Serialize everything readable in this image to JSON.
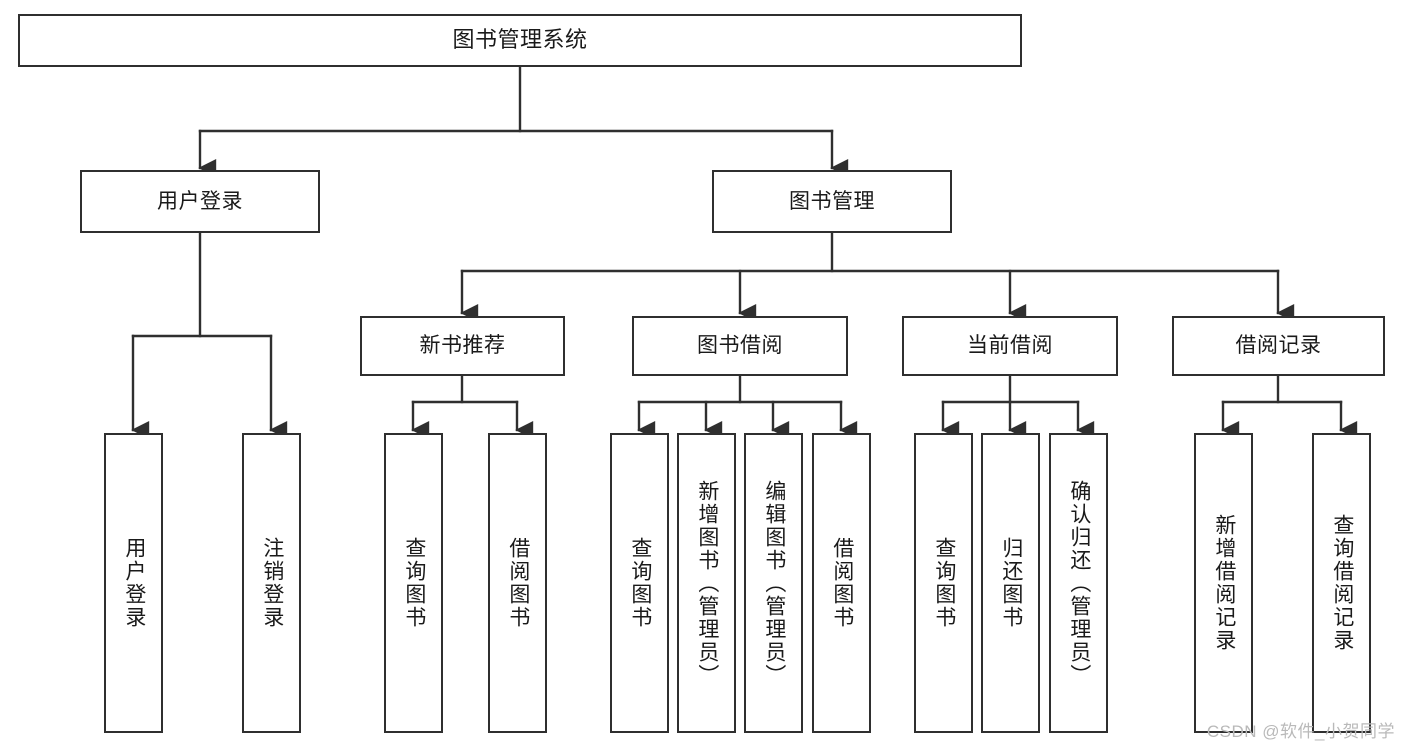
{
  "diagram": {
    "type": "tree",
    "title": "图书管理系统",
    "root": {
      "id": "root",
      "label": "图书管理系统"
    },
    "level2": [
      {
        "id": "user-login",
        "label": "用户登录"
      },
      {
        "id": "book-manage",
        "label": "图书管理"
      }
    ],
    "level3": [
      {
        "id": "new-book-rec",
        "label": "新书推荐"
      },
      {
        "id": "book-borrow",
        "label": "图书借阅"
      },
      {
        "id": "current-borrow",
        "label": "当前借阅"
      },
      {
        "id": "borrow-record",
        "label": "借阅记录"
      }
    ],
    "leaves": {
      "user_login": [
        {
          "id": "leaf-user-login",
          "label": "用户登录"
        },
        {
          "id": "leaf-user-logout",
          "label": "注销登录"
        }
      ],
      "new_book_rec": [
        {
          "id": "leaf-query-book-1",
          "label": "查询图书"
        },
        {
          "id": "leaf-borrow-book-1",
          "label": "借阅图书"
        }
      ],
      "book_borrow": [
        {
          "id": "leaf-query-book-2",
          "label": "查询图书"
        },
        {
          "id": "leaf-add-book",
          "label": "新增图书（管理员）"
        },
        {
          "id": "leaf-edit-book",
          "label": "编辑图书（管理员）"
        },
        {
          "id": "leaf-borrow-book-2",
          "label": "借阅图书"
        }
      ],
      "current_borrow": [
        {
          "id": "leaf-query-book-3",
          "label": "查询图书"
        },
        {
          "id": "leaf-return-book",
          "label": "归还图书"
        },
        {
          "id": "leaf-confirm-return",
          "label": "确认归还（管理员）"
        }
      ],
      "borrow_record": [
        {
          "id": "leaf-add-record",
          "label": "新增借阅记录"
        },
        {
          "id": "leaf-query-record",
          "label": "查询借阅记录"
        }
      ]
    },
    "colors": {
      "stroke": "#2f2f2f",
      "fill": "#ffffff",
      "text": "#1a1a1a",
      "watermark": "#b9b9b9"
    }
  },
  "watermark": {
    "text": "CSDN @软件_小贺同学"
  }
}
